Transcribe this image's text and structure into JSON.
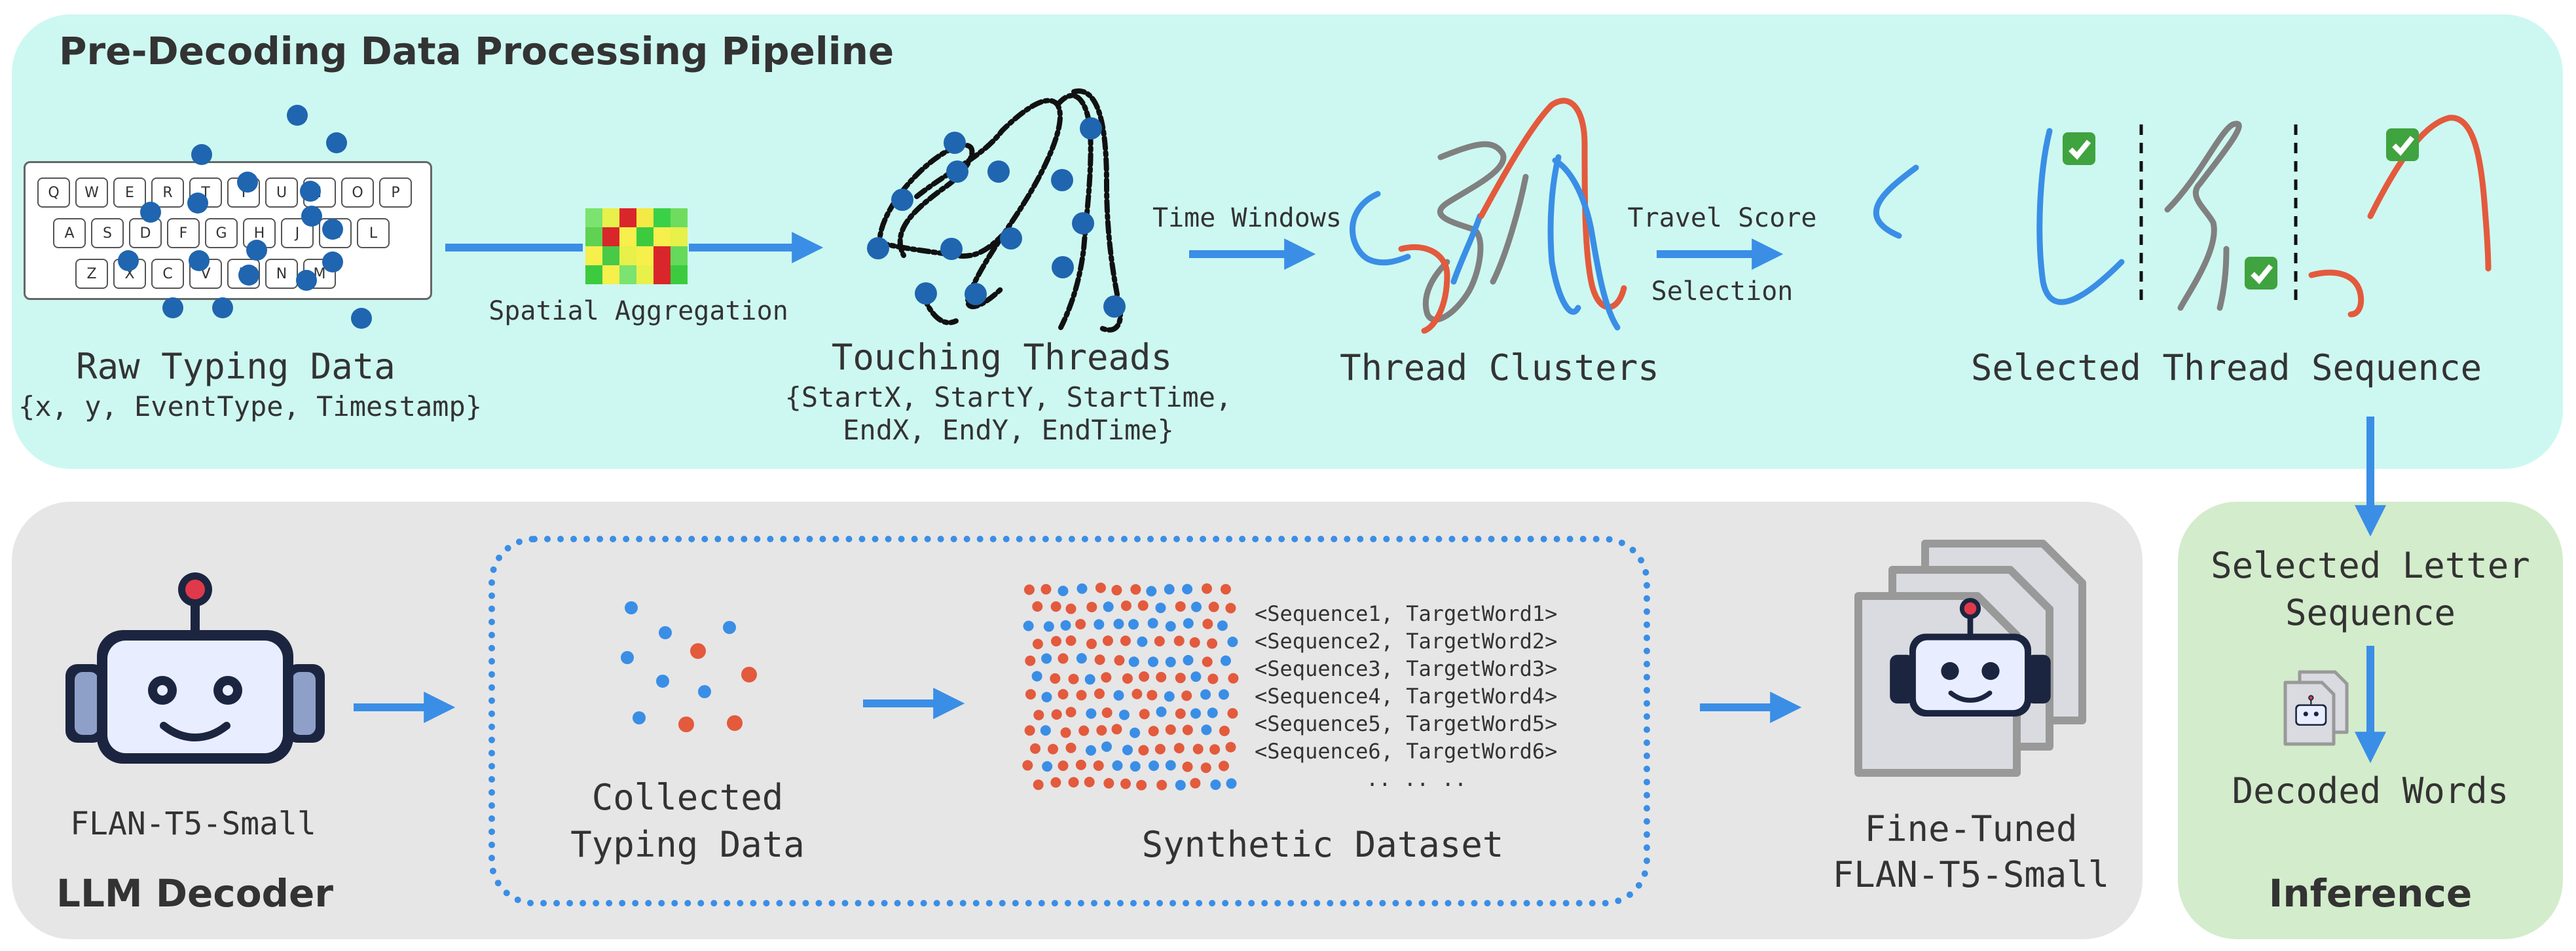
{
  "pipeline": {
    "title": "Pre-Decoding Data Processing Pipeline",
    "raw": {
      "label": "Raw Typing Data",
      "fields": "{x, y, EventType, Timestamp}",
      "keys_row1": [
        "Q",
        "W",
        "E",
        "R",
        "T",
        "Y",
        "U",
        "I",
        "O",
        "P"
      ],
      "keys_row2": [
        "A",
        "S",
        "D",
        "F",
        "G",
        "H",
        "J",
        "K",
        "L"
      ],
      "keys_row3": [
        "Z",
        "X",
        "C",
        "V",
        "B",
        "N",
        "M"
      ]
    },
    "spatial_aggregation": "Spatial Aggregation",
    "threads": {
      "label": "Touching Threads",
      "fields_line1": "{StartX, StartY, StartTime,",
      "fields_line2": "EndX, EndY, EndTime}"
    },
    "time_windows": "Time Windows",
    "clusters_label": "Thread Clusters",
    "travel_score": "Travel Score",
    "selection": "Selection",
    "selected_sequence_label": "Selected Thread Sequence"
  },
  "llm": {
    "title": "LLM Decoder",
    "base_model": "FLAN-T5-Small",
    "collected_line1": "Collected",
    "collected_line2": "Typing Data",
    "synthetic_label": "Synthetic Dataset",
    "pairs": [
      "<Sequence1, TargetWord1>",
      "<Sequence2, TargetWord2>",
      "<Sequence3, TargetWord3>",
      "<Sequence4, TargetWord4>",
      "<Sequence5, TargetWord5>",
      "<Sequence6, TargetWord6>"
    ],
    "ellipsis": ".. .. ..",
    "finetuned_line1": "Fine-Tuned",
    "finetuned_line2": "FLAN-T5-Small"
  },
  "inference": {
    "title": "Inference",
    "selected_line1": "Selected Letter",
    "selected_line2": "Sequence",
    "decoded": "Decoded Words"
  },
  "colors": {
    "pipeline_bg": "#cdf8f1",
    "llm_bg": "#e6e6e6",
    "inference_bg": "#d3eccb",
    "arrow": "#3a8ee6",
    "dot": "#1f65b0",
    "red": "#e35a3d",
    "grey": "#808080",
    "blue": "#3a8ee6",
    "check": "#3fa33f"
  }
}
